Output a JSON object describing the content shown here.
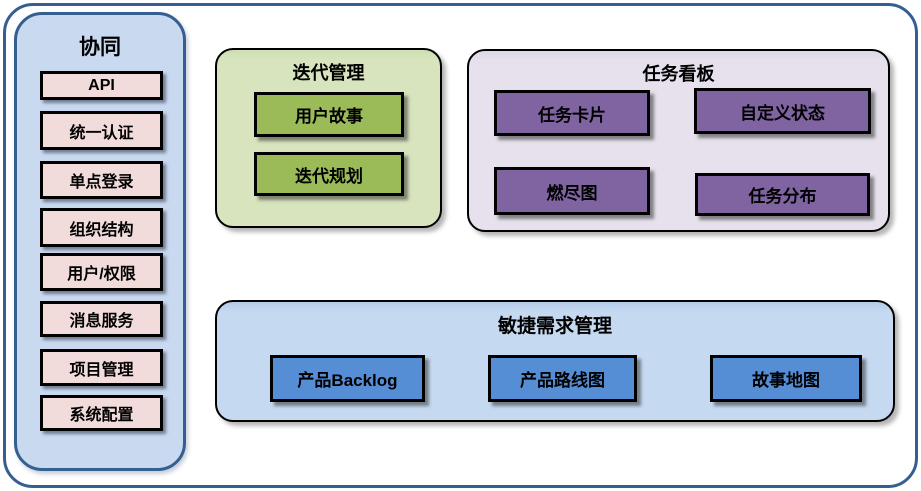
{
  "sidebar": {
    "title": "协同",
    "items": [
      {
        "label": "API"
      },
      {
        "label": "统一认证"
      },
      {
        "label": "单点登录"
      },
      {
        "label": "组织结构"
      },
      {
        "label": "用户/权限"
      },
      {
        "label": "消息服务"
      },
      {
        "label": "项目管理"
      },
      {
        "label": "系统配置"
      }
    ]
  },
  "groups": [
    {
      "title": "迭代管理",
      "items": [
        {
          "label": "用户故事"
        },
        {
          "label": "迭代规划"
        }
      ]
    },
    {
      "title": "任务看板",
      "items": [
        {
          "label": "任务卡片"
        },
        {
          "label": "自定义状态"
        },
        {
          "label": "燃尽图"
        },
        {
          "label": "任务分布"
        }
      ]
    },
    {
      "title": "敏捷需求管理",
      "items": [
        {
          "label": "产品Backlog"
        },
        {
          "label": "产品路线图"
        },
        {
          "label": "故事地图"
        }
      ]
    }
  ],
  "colors": {
    "frame_border": "#365f91",
    "sidebar_fill": "#c9d9f0",
    "sidebar_item_fill": "#f2dcdb",
    "iteration_group_fill": "#d7e4bd",
    "iteration_item_fill": "#9bbb59",
    "taskboard_group_fill": "#e6e1ed",
    "taskboard_item_fill": "#8064a2",
    "agile_group_fill": "#c5d9f1",
    "agile_item_fill": "#558ed5",
    "box_border": "#000000"
  }
}
